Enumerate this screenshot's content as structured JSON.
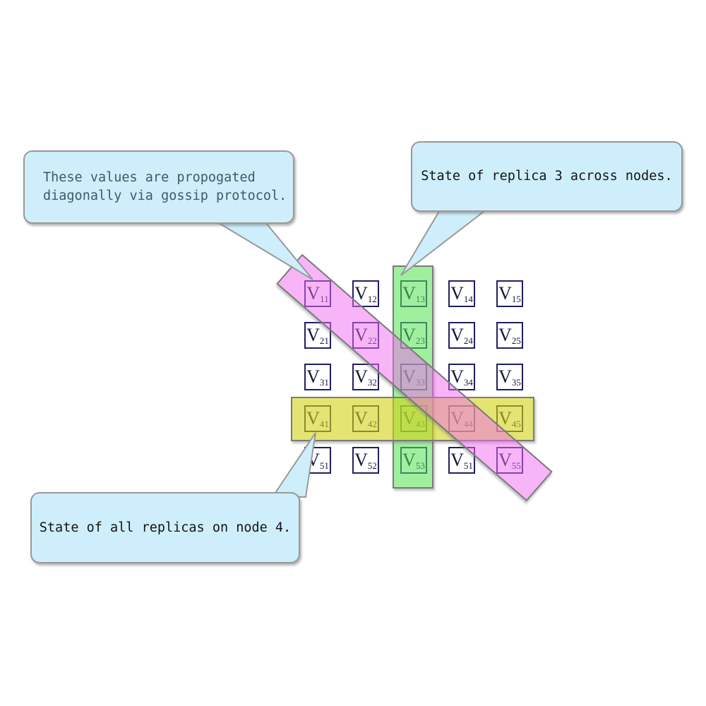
{
  "canvas": {
    "background": "#ffffff"
  },
  "matrix": {
    "base": "V",
    "flat": [
      "11",
      "12",
      "13",
      "14",
      "15",
      "21",
      "22",
      "23",
      "24",
      "25",
      "31",
      "32",
      "33",
      "34",
      "35",
      "41",
      "42",
      "43",
      "44",
      "45",
      "51",
      "52",
      "53",
      "51",
      "55"
    ],
    "cell_border_color": "#1f1f64",
    "text_color": "#161640"
  },
  "bands": {
    "column": {
      "meaning": "state of replica 3 across nodes",
      "color": "rgba(80,225,80,0.55)"
    },
    "row": {
      "meaning": "state of all replicas on node 4",
      "color": "rgba(210,210,20,0.6)"
    },
    "diagonal": {
      "meaning": "values propogated diagonally via gossip protocol",
      "color": "rgba(240,105,240,0.5)"
    },
    "border_color": "#7a7a7a"
  },
  "callouts": {
    "fill": "#cfeefb",
    "border_color": "#999999",
    "gossip": {
      "line1": "These values are propogated",
      "line2": "diagonally via gossip protocol.",
      "text_color": "#3a5a6e"
    },
    "replica": {
      "text": "State of replica 3 across nodes.",
      "text_color": "#141414"
    },
    "node": {
      "text": "State of all replicas on node 4.",
      "text_color": "#141414"
    }
  }
}
